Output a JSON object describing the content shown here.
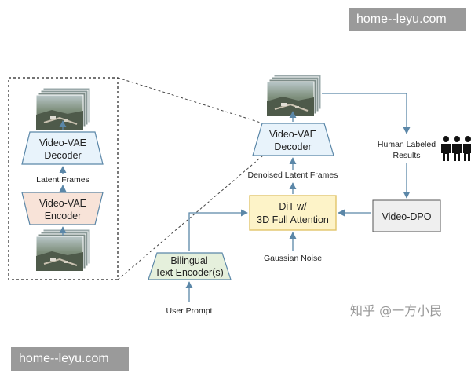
{
  "watermarks": {
    "top": "home--leyu.com",
    "bottom": "home--leyu.com",
    "zhihu": "知乎 @一方小民"
  },
  "left_panel": {
    "decoder": [
      "Video-VAE",
      "Decoder"
    ],
    "latent_frames": "Latent Frames",
    "encoder": [
      "Video-VAE",
      "Encoder"
    ]
  },
  "main": {
    "decoder": [
      "Video-VAE",
      "Decoder"
    ],
    "denoised": "Denoised Latent Frames",
    "dit": [
      "DiT w/",
      "3D Full Attention"
    ],
    "gaussian": "Gaussian Noise",
    "text_encoder": [
      "Bilingual",
      "Text Encoder(s)"
    ],
    "user_prompt": "User Prompt",
    "human_labeled": [
      "Human Labeled",
      "Results"
    ],
    "dpo": "Video-DPO"
  },
  "colors": {
    "decoder_fill": "#e8f3fb",
    "encoder_fill": "#f8e3d8",
    "dit_fill": "#fdf3c8",
    "dit_stroke": "#e2c46a",
    "text_encoder_fill": "#e5f0dc",
    "dpo_fill": "#efefef",
    "arrow": "#5b87a8"
  },
  "icons": {
    "people": "people-icon",
    "video_frames": "video-frames-icon"
  }
}
